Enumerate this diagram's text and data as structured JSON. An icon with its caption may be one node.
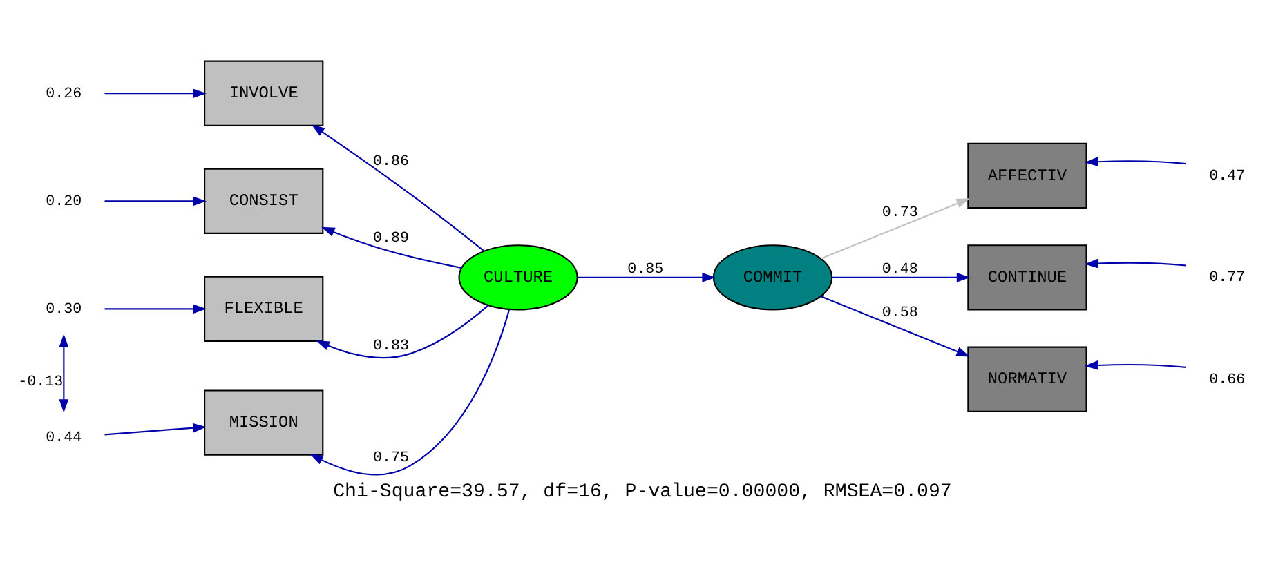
{
  "diagram": {
    "caption": "Chi-Square=39.57, df=16, P-value=0.00000, RMSEA=0.097",
    "nodes": [
      {
        "text": [
          "0.26"
        ]
      },
      {
        "text": [
          "INVOLVE"
        ]
      },
      {
        "text": [
          "0.20"
        ]
      },
      {
        "text": [
          "CONSIST"
        ]
      },
      {
        "text": [
          "0.30"
        ]
      },
      {
        "text": [
          "FLEXIBLE"
        ]
      },
      {
        "text": [
          "0.44"
        ]
      },
      {
        "text": [
          "MISSION"
        ]
      },
      {
        "text": [
          "CULTURE"
        ]
      },
      {
        "text": [
          "COMMIT"
        ]
      },
      {
        "text": [
          "AFFECTIV"
        ]
      },
      {
        "text": [
          "0.47"
        ]
      },
      {
        "text": [
          "CONTINUE"
        ]
      },
      {
        "text": [
          "0.77"
        ]
      },
      {
        "text": [
          "NORMATIV"
        ]
      },
      {
        "text": [
          "0.66"
        ]
      }
    ],
    "edges": [
      {
        "from": 0,
        "to": 1,
        "arrow": "to"
      },
      {
        "from": 2,
        "to": 3,
        "arrow": "to"
      },
      {
        "from": 4,
        "to": 5,
        "arrow": "to"
      },
      {
        "from": 6,
        "to": 7,
        "arrow": "to"
      },
      {
        "from": 4,
        "to": 6,
        "arrow": "both",
        "label": "-0.13"
      },
      {
        "from": 8,
        "to": 1,
        "arrow": "to",
        "label": "0.86"
      },
      {
        "from": 8,
        "to": 3,
        "arrow": "to",
        "label": "0.89"
      },
      {
        "from": 8,
        "to": 5,
        "arrow": "to",
        "label": "0.83"
      },
      {
        "from": 8,
        "to": 7,
        "arrow": "to",
        "label": "0.75"
      },
      {
        "from": 8,
        "to": 9,
        "arrow": "to",
        "label": "0.85"
      },
      {
        "from": 9,
        "to": 10,
        "arrow": "to",
        "label": "0.73",
        "color": "#c0c0c0"
      },
      {
        "from": 9,
        "to": 12,
        "arrow": "to",
        "label": "0.48"
      },
      {
        "from": 9,
        "to": 14,
        "arrow": "to",
        "label": "0.58"
      },
      {
        "from": 11,
        "to": 10,
        "arrow": "to"
      },
      {
        "from": 13,
        "to": 12,
        "arrow": "to"
      },
      {
        "from": 15,
        "to": 14,
        "arrow": "to"
      }
    ]
  }
}
